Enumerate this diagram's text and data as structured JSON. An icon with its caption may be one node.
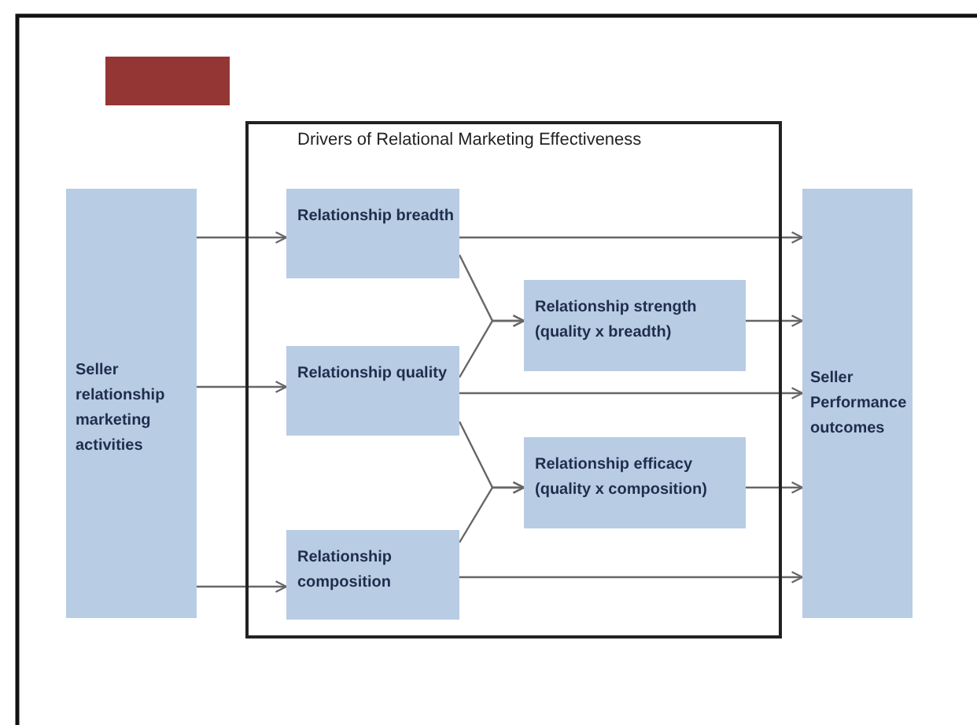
{
  "diagram": {
    "nodes": [
      {
        "text": [
          "Seller relationship marketing activities"
        ]
      },
      {
        "text": [
          "Drivers of Relational Marketing Effectiveness"
        ]
      },
      {
        "text": [
          "Relationship breadth"
        ],
        "in": 1
      },
      {
        "text": [
          "Relationship quality"
        ],
        "in": 1
      },
      {
        "text": [
          "Relationship composition"
        ],
        "in": 1
      },
      {
        "text": [
          "Relationship strength (quality x breadth)"
        ],
        "in": 1
      },
      {
        "text": [
          "Relationship  efficacy (quality x composition)"
        ],
        "in": 1
      },
      {
        "text": [
          "Seller Performance outcomes"
        ]
      }
    ],
    "edges": [
      {
        "from": 0,
        "to": 2,
        "arrow": "to"
      },
      {
        "from": 0,
        "to": 3,
        "arrow": "to"
      },
      {
        "from": 0,
        "to": 4,
        "arrow": "to"
      },
      {
        "from": 2,
        "to": 7,
        "arrow": "to"
      },
      {
        "from": 2,
        "to": 5,
        "arrow": "to"
      },
      {
        "from": 3,
        "to": 5,
        "arrow": "to"
      },
      {
        "from": 5,
        "to": 7,
        "arrow": "to"
      },
      {
        "from": 3,
        "to": 7,
        "arrow": "to"
      },
      {
        "from": 3,
        "to": 6,
        "arrow": "to"
      },
      {
        "from": 4,
        "to": 6,
        "arrow": "to"
      },
      {
        "from": 6,
        "to": 7,
        "arrow": "to"
      },
      {
        "from": 4,
        "to": 7,
        "arrow": "to"
      }
    ]
  }
}
